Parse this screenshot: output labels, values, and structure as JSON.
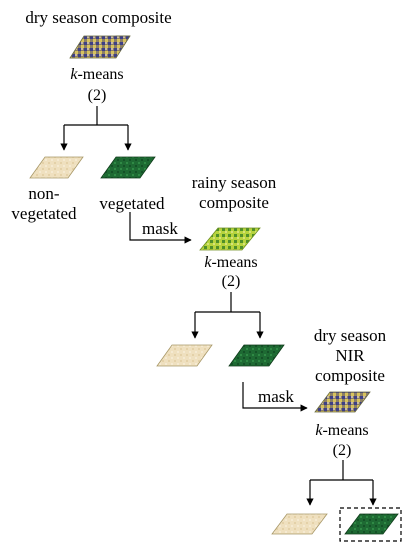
{
  "colors": {
    "arrow": "#000000",
    "non_vegetated_fill": "#efe1c2",
    "vegetated_fill": "#1f6a33",
    "rainy_fill": "#9ec23a",
    "dry_composite_fill": "#7f7a6a"
  },
  "dry_season": {
    "title": "dry season composite",
    "kmeans_italic": "k",
    "kmeans_rest": "-means",
    "kmeans_k": "(2)",
    "image_icon": "dry-season-composite-thumbnail"
  },
  "split1": {
    "non_vegetated_line1": "non-",
    "non_vegetated_line2": "vegetated",
    "vegetated": "vegetated"
  },
  "rainy_season": {
    "title_line1": "rainy season",
    "title_line2": "composite",
    "mask_label": "mask",
    "kmeans_italic": "k",
    "kmeans_rest": "-means",
    "kmeans_k": "(2)",
    "image_icon": "rainy-season-composite-thumbnail"
  },
  "dry_nir": {
    "title_line1": "dry season",
    "title_line2": "NIR",
    "title_line3": "composite",
    "mask_label": "mask",
    "kmeans_italic": "k",
    "kmeans_rest": "-means",
    "kmeans_k": "(2)",
    "image_icon": "dry-season-nir-composite-thumbnail"
  }
}
